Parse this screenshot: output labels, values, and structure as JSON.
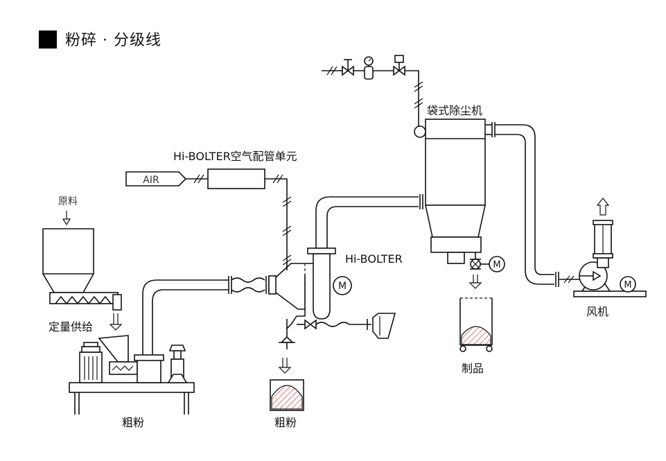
{
  "title": "粉碎 · 分级线",
  "labels": {
    "raw_material": "原料",
    "feeding": "定量供给",
    "coarse_left": "粗粉",
    "coarse_mid": "粗粉",
    "air": "AIR",
    "air_unit": "Hi-BOLTER空气配管单元",
    "hibolter": "Hi-BOLTER",
    "bag_filter": "袋式除尘机",
    "product": "制品",
    "fan": "风机",
    "motor": "M"
  },
  "colors": {
    "line": "#111111",
    "hatch": "#d9534f"
  }
}
